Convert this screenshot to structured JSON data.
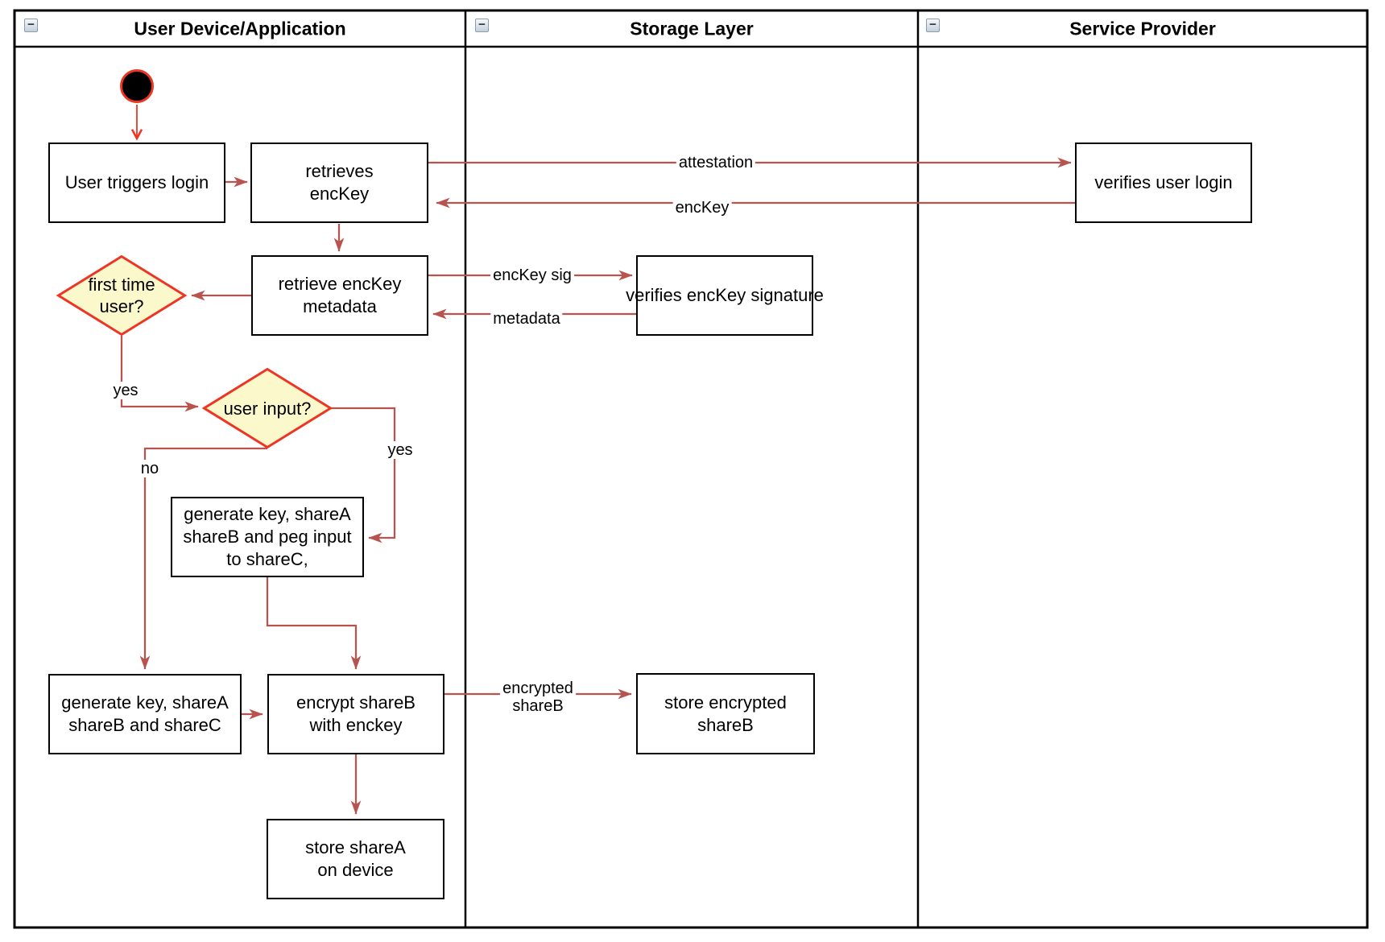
{
  "lanes": [
    {
      "title": "User Device/Application"
    },
    {
      "title": "Storage Layer"
    },
    {
      "title": "Service Provider"
    }
  ],
  "icons": {
    "collapse_glyph": "−"
  },
  "colors": {
    "edge_arrow": "#B85450",
    "start_accent": "#EE3524",
    "decision_fill": "#FBF8CC",
    "node_border": "#000000",
    "lane_border": "#000000"
  },
  "nodes": {
    "user_triggers_login": {
      "label": "User triggers login"
    },
    "retrieves_enckey": {
      "label": "retrieves\nencKey"
    },
    "verifies_user_login": {
      "label": "verifies user login"
    },
    "retrieve_enckey_metadata": {
      "label": "retrieve encKey\nmetadata"
    },
    "verifies_enckey_signature": {
      "label": "verifies encKey signature"
    },
    "first_time_user": {
      "label": "first time\nuser?"
    },
    "user_input": {
      "label": "user input?"
    },
    "generate_key_peg_input": {
      "label": "generate key, shareA\nshareB and peg input\nto shareC,"
    },
    "generate_key_sharec": {
      "label": "generate key, shareA\nshareB and shareC"
    },
    "encrypt_shareb": {
      "label": "encrypt shareB\nwith enckey"
    },
    "store_sharea": {
      "label": "store shareA\non device"
    },
    "store_encrypted_shareb": {
      "label": "store encrypted\nshareB"
    }
  },
  "edge_labels": {
    "attestation": "attestation",
    "enckey": "encKey",
    "enckey_sig": "encKey sig",
    "metadata": "metadata",
    "encrypted_shareb": "encrypted\nshareB",
    "first_time_yes": "yes",
    "user_input_yes": "yes",
    "user_input_no": "no"
  }
}
